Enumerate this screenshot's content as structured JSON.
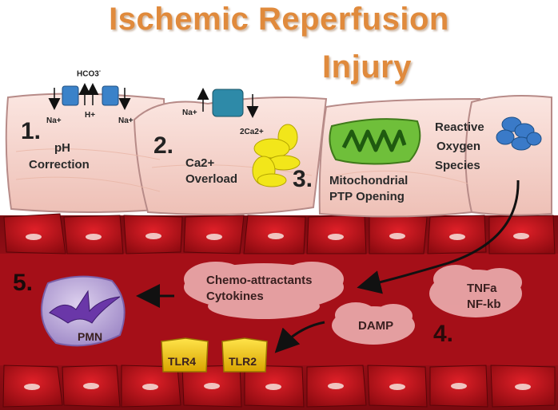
{
  "title": {
    "line1": "Ischemic Reperfusion",
    "line2": "Injury"
  },
  "cells": {
    "cell1": {
      "number": "1.",
      "label_line1": "pH",
      "label_line2": "Correction",
      "ions": {
        "hco3": "HCO3",
        "hco3_sup": "-",
        "h": "H+",
        "na_left": "Na+",
        "na_right": "Na+"
      }
    },
    "cell2": {
      "number": "2.",
      "label_line1": "Ca2+",
      "label_line2": "Overload",
      "ions": {
        "na": "Na+",
        "ca": "2Ca2+"
      }
    },
    "cell3": {
      "number": "3.",
      "label_line1": "Mitochondrial",
      "label_line2": "PTP Opening"
    },
    "cell4": {
      "label_line1": "Reactive",
      "label_line2": "Oxygen",
      "label_line3": "Species"
    }
  },
  "vessel": {
    "chemo": {
      "line1": "Chemo-attractants",
      "line2": "Cytokines"
    },
    "tnf": {
      "line1": "TNFa",
      "line2": "NF-kb"
    },
    "damp": "DAMP",
    "number4": "4.",
    "number5": "5.",
    "pmn": "PMN",
    "tlr4": "TLR4",
    "tlr2": "TLR2"
  },
  "colors": {
    "title": "#e08a3c",
    "cell_fill": "#f6d3cb",
    "cell_stroke": "#b78b88",
    "vessel_red": "#b3121c",
    "rbc": "#c8101a",
    "cloud": "#e8a6a8",
    "transporter": "#3b82c9",
    "mito": "#6fbf3a",
    "ca": "#f2e61a",
    "pmn": "#b9a6d6",
    "tlr": "#f2c10f"
  }
}
